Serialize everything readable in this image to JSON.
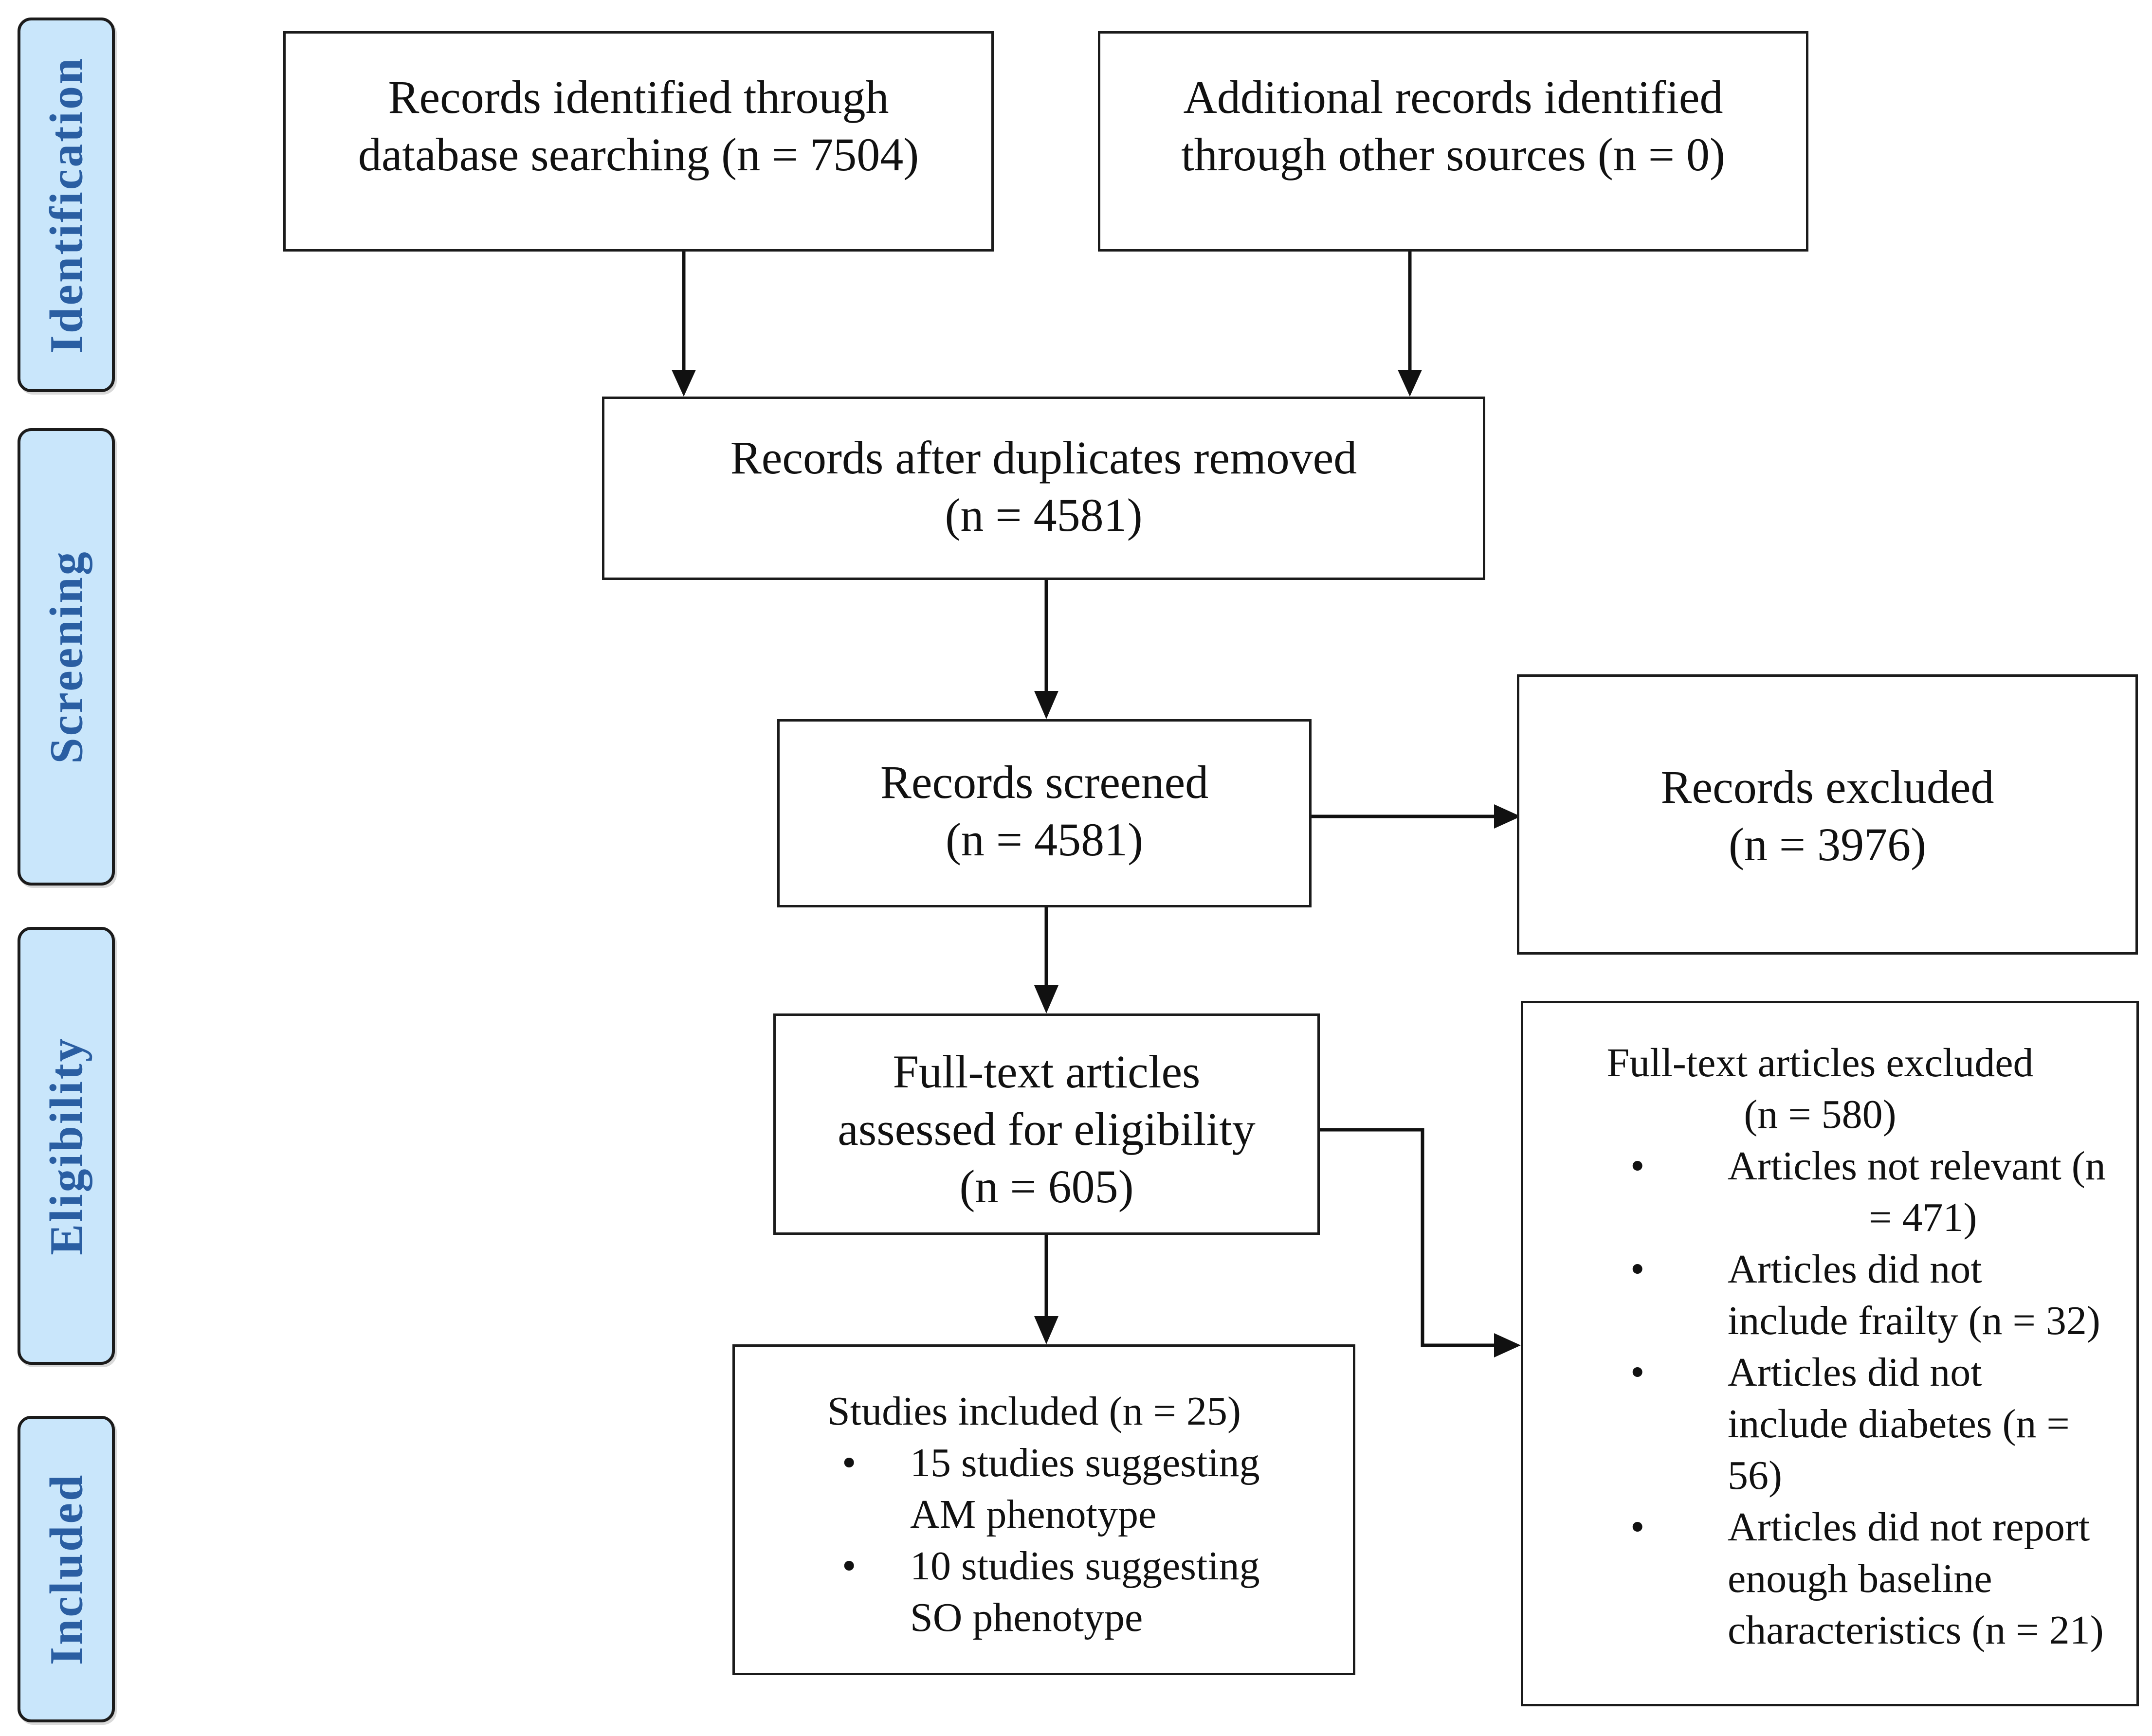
{
  "phases": [
    {
      "id": "identification",
      "label": "Identification"
    },
    {
      "id": "screening",
      "label": "Screening"
    },
    {
      "id": "eligibility",
      "label": "Eligibility"
    },
    {
      "id": "included",
      "label": "Included"
    }
  ],
  "boxes": {
    "database": {
      "lines": [
        "Records identified through",
        "database searching (n = 7504)"
      ]
    },
    "other": {
      "lines": [
        "Additional records identified",
        "through other sources (n = 0)"
      ]
    },
    "duplicates": {
      "lines": [
        "Records after duplicates removed",
        "(n = 4581)"
      ]
    },
    "screened": {
      "lines": [
        "Records screened",
        "(n = 4581)"
      ]
    },
    "excluded": {
      "lines": [
        "Records excluded",
        "(n = 3976)"
      ]
    },
    "fulltext": {
      "lines": [
        "Full-text articles",
        "assessed for eligibility",
        "(n = 605)"
      ]
    },
    "fulltext_excluded": {
      "head": [
        "Full-text articles excluded",
        "(n = 580)"
      ],
      "items": [
        [
          "Articles not relevant (n",
          "= 471)"
        ],
        [
          "Articles did not",
          "include frailty (n = 32)"
        ],
        [
          "Articles did not",
          "include diabetes (n =",
          "56)"
        ],
        [
          "Articles did not report",
          "enough baseline",
          "characteristics (n = 21)"
        ]
      ]
    },
    "included": {
      "head": [
        "Studies included (n = 25)"
      ],
      "items": [
        [
          "15 studies suggesting",
          "AM phenotype"
        ],
        [
          "10 studies suggesting",
          "SO phenotype"
        ]
      ]
    }
  }
}
